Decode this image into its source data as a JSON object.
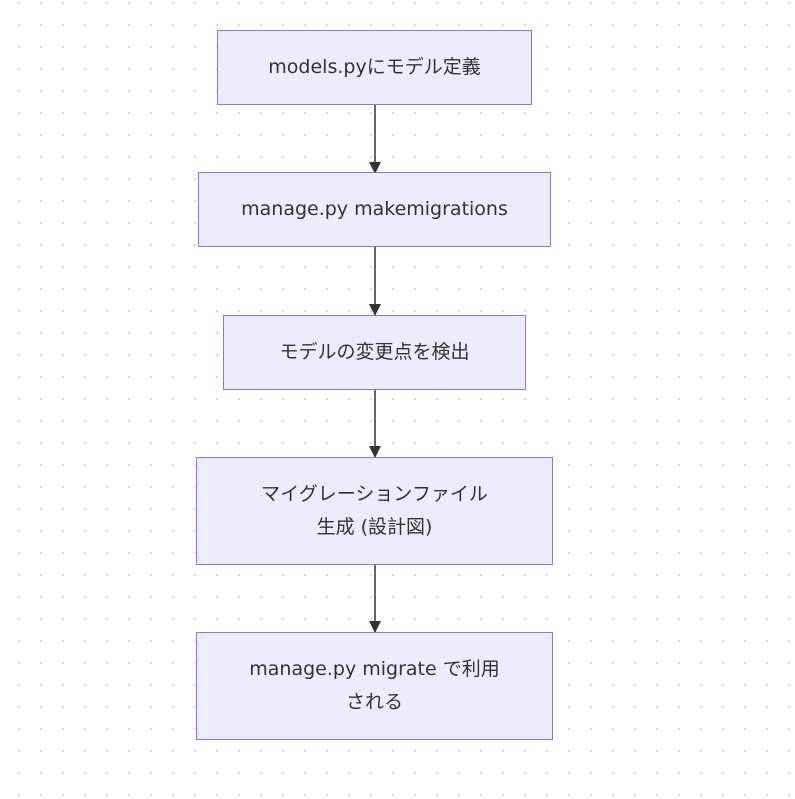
{
  "flowchart": {
    "nodes": [
      {
        "id": "n1",
        "lines": [
          "models.pyにモデル定義"
        ]
      },
      {
        "id": "n2",
        "lines": [
          "manage.py makemigrations"
        ]
      },
      {
        "id": "n3",
        "lines": [
          "モデルの変更点を検出"
        ]
      },
      {
        "id": "n4",
        "lines": [
          "マイグレーションファイル",
          "生成 (設計図)"
        ]
      },
      {
        "id": "n5",
        "lines": [
          "manage.py migrate で利用",
          "される"
        ]
      }
    ],
    "edges": [
      {
        "from": "n1",
        "to": "n2"
      },
      {
        "from": "n2",
        "to": "n3"
      },
      {
        "from": "n3",
        "to": "n4"
      },
      {
        "from": "n4",
        "to": "n5"
      }
    ],
    "colors": {
      "node_fill": "#ececff",
      "node_border": "#9370db",
      "text": "#333333",
      "edge": "#333333",
      "background_dot": "#d9d9d9"
    }
  }
}
